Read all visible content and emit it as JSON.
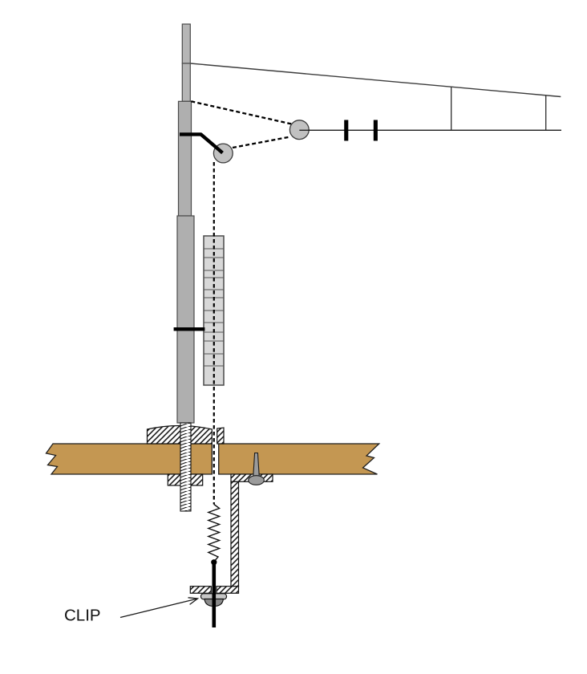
{
  "callout": {
    "clip_label": "CLIP"
  },
  "colors": {
    "wood": "#C49752",
    "mast": "#AFAFAF",
    "mast_top": "#B6B6B6",
    "pulley": "#C1C1C1",
    "stack": "#D8D8D8",
    "screw": "#9B9B9B",
    "clip_cap": "#C6C6C6",
    "clip_dome": "#8B8B8B",
    "ink": "#1A1A1A"
  },
  "parts": {
    "wing": "wing-outline",
    "mast": "pylon-mast",
    "stack": "segmented-weight-stack",
    "string": "dashed-release-line",
    "pulleys": "guide-pulleys",
    "lever": "release-lever",
    "board": "wood-mount-board",
    "pad": "hatched-mount-pad",
    "rod": "threaded-rod",
    "nut": "lock-nut",
    "bracket": "z-bracket",
    "screw": "round-head-screw",
    "spring": "tension-spring",
    "wire": "release-wire",
    "clip": "clip"
  }
}
